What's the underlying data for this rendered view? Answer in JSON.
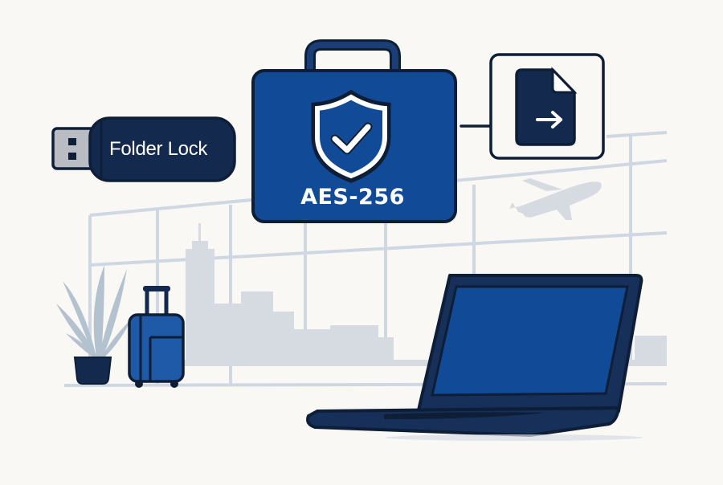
{
  "scene": {
    "description": "Flat illustration of encrypted travel data at an airport",
    "background_color": "#faf8f5"
  },
  "usb_drive": {
    "label": "Folder Lock",
    "body_color": "#132a4e",
    "connector_color": "#b9bcc2",
    "icon": "usb-drive-icon"
  },
  "briefcase": {
    "label": "AES-256",
    "body_color": "#114b98",
    "outline_color": "#0d1e36",
    "badge_icon": "shield-check-icon"
  },
  "file_transfer_card": {
    "icon": "file-arrow-right-icon",
    "file_color": "#132a4e"
  },
  "background_elements": {
    "airplane_icon": "airplane-icon",
    "skyline": "city-skyline",
    "window_frame_color": "#cfd8e2",
    "silhouette_color": "#d6dbe2"
  },
  "foreground_objects": {
    "plant": "potted-plant-icon",
    "suitcase": "rolling-suitcase-icon",
    "laptop": "laptop-icon",
    "laptop_screen_color": "#114b98"
  },
  "colors": {
    "navy": "#0f2446",
    "blue": "#114b98",
    "light_gray_blue": "#cfd8e2",
    "plant_leaf": "#b4c1cf"
  }
}
